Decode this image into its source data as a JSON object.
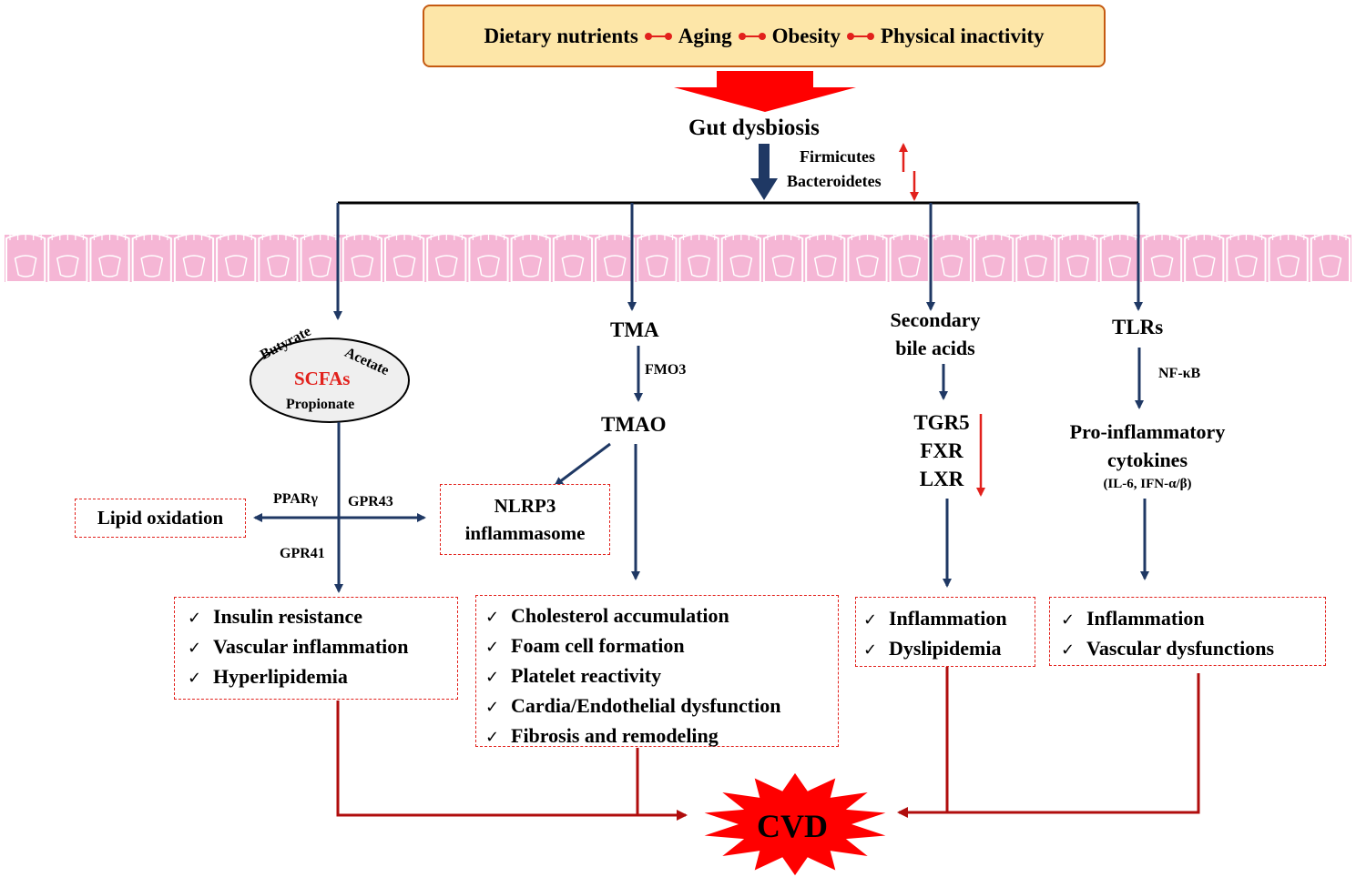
{
  "risk_factors": {
    "items": [
      "Dietary nutrients",
      "Aging",
      "Obesity",
      "Physical inactivity"
    ],
    "link_icon": "red-dumbbell-connector-icon"
  },
  "gut": {
    "title": "Gut dysbiosis",
    "firmicutes": "Firmicutes",
    "bacteroidetes": "Bacteroidetes",
    "firmicutes_trend": "up",
    "bacteroidetes_trend": "down"
  },
  "scfa": {
    "title": "SCFAs",
    "butyrate": "Butyrate",
    "acetate": "Acetate",
    "propionate": "Propionate",
    "pparg": "PPARγ",
    "gpr43": "GPR43",
    "gpr41": "GPR41",
    "lipid_oxidation": "Lipid oxidation",
    "effects": [
      "Insulin resistance",
      "Vascular inflammation",
      "Hyperlipidemia"
    ]
  },
  "tma": {
    "tma": "TMA",
    "fmo3": "FMO3",
    "tmao": "TMAO",
    "nlrp3_line1": "NLRP3",
    "nlrp3_line2": "inflammasome",
    "effects": [
      "Cholesterol accumulation",
      "Foam cell formation",
      "Platelet reactivity",
      "Cardia/Endothelial dysfunction",
      "Fibrosis and remodeling"
    ]
  },
  "bile": {
    "line1": "Secondary",
    "line2": "bile acids",
    "receptors": [
      "TGR5",
      "FXR",
      "LXR"
    ],
    "receptor_trend": "down",
    "effects": [
      "Inflammation",
      "Dyslipidemia"
    ]
  },
  "tlr": {
    "title": "TLRs",
    "nfkb": "NF-κB",
    "cytokines_line1": "Pro-inflammatory",
    "cytokines_line2": "cytokines",
    "cytokines_line3": "(IL-6, IFN-α/β)",
    "effects": [
      "Inflammation",
      "Vascular dysfunctions"
    ]
  },
  "outcome": {
    "label": "CVD"
  },
  "check_mark": "✓",
  "colors": {
    "navy": "#1f3864",
    "red": "#e2211c",
    "dark_red": "#b00d0d",
    "box_fill": "#fde6a8",
    "box_border": "#c55a11",
    "epithelium": "#f5b6d5",
    "scfa_text": "#e2211c"
  }
}
